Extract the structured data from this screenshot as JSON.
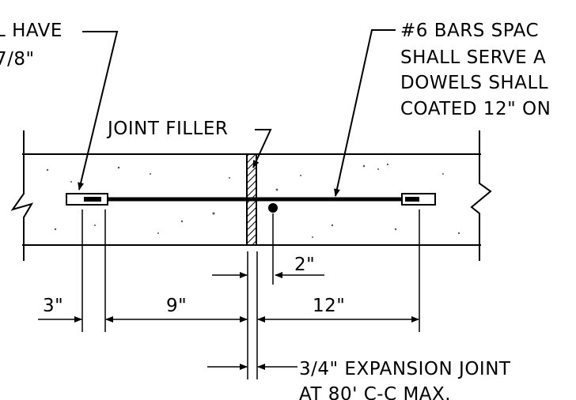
{
  "drawing": {
    "callout_top_left": [
      "L HAVE",
      "7/8\""
    ],
    "callout_top_right": [
      "#6 BARS SPAC",
      "SHALL SERVE A",
      "DOWELS SHALL",
      "COATED 12\" ON"
    ],
    "joint_filler_label": "JOINT FILLER",
    "dims": {
      "gap_2": "2\"",
      "d3": "3\"",
      "d9": "9\"",
      "d12": "12\""
    },
    "expansion_joint": [
      "3/4\" EXPANSION JOINT",
      "AT 80' C-C MAX."
    ]
  }
}
